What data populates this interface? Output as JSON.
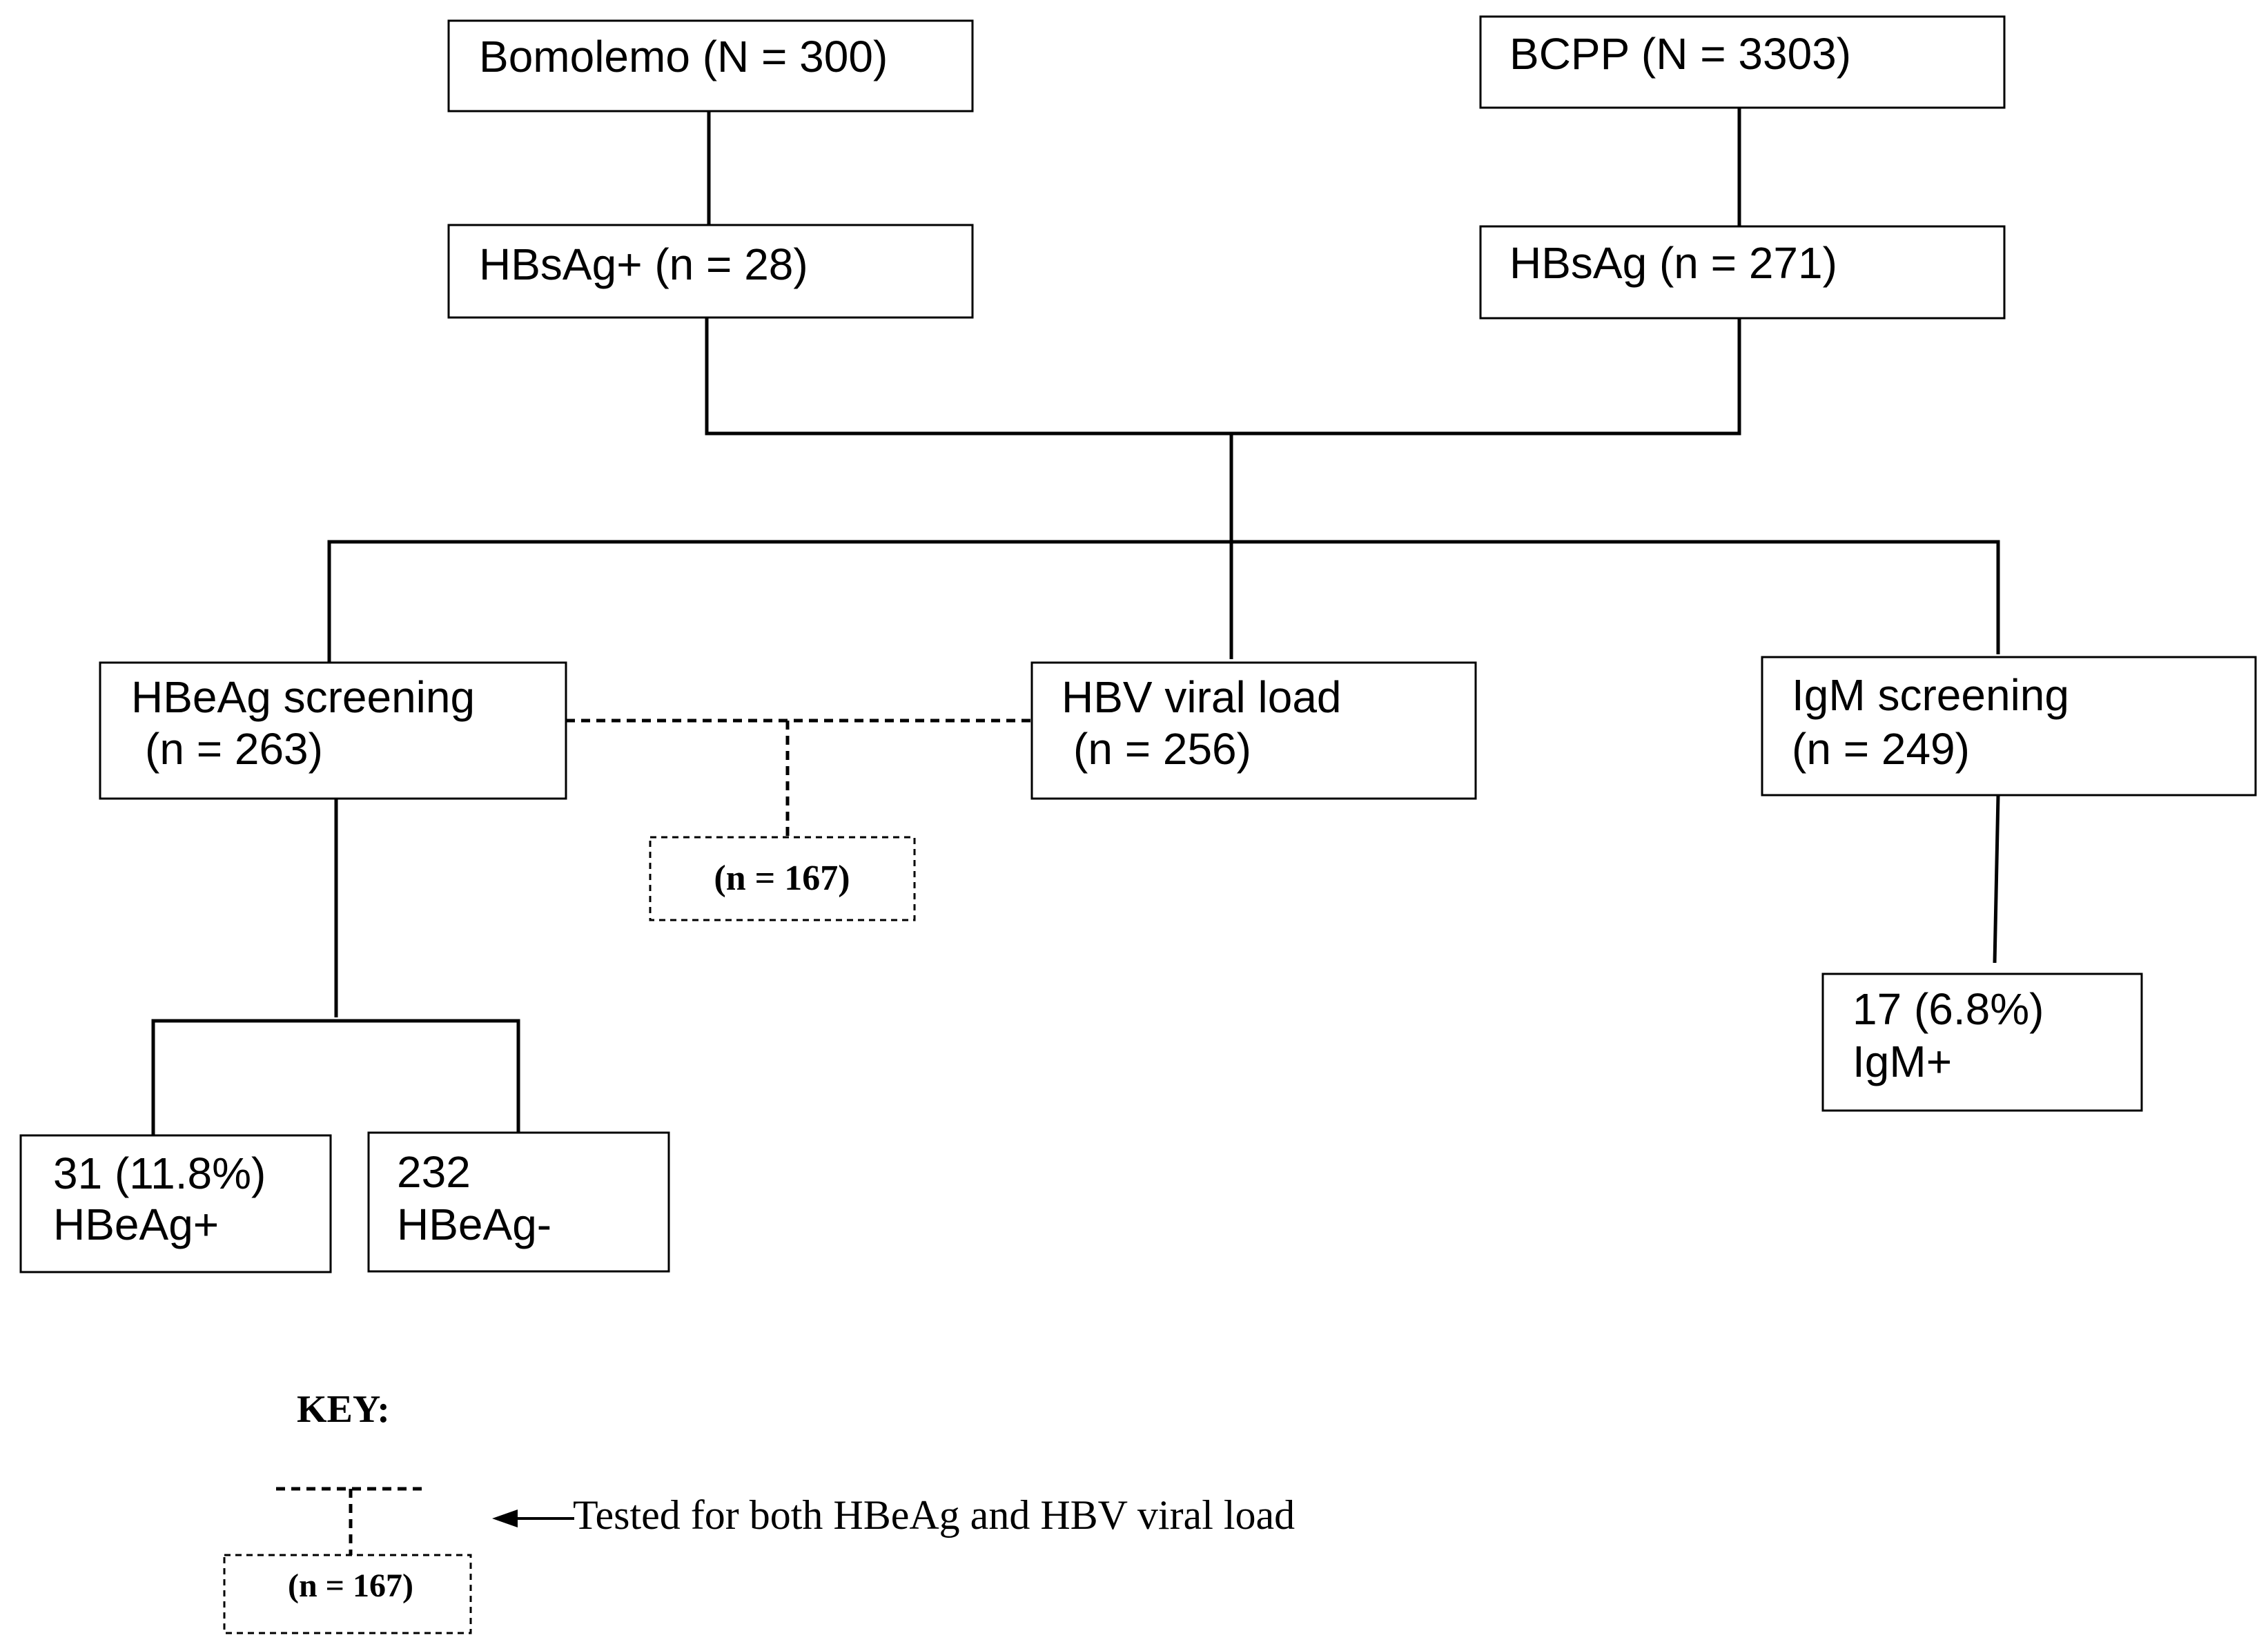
{
  "nodes": {
    "bomolemo": "Bomolemo (N = 300)",
    "bcpp": "BCPP (N = 3303)",
    "hbsag_pos": "HBsAg+ (n = 28)",
    "hbsag": "HBsAg (n = 271)",
    "hbeag_screening": {
      "line1": "HBeAg screening",
      "line2": "(n = 263)"
    },
    "hbv_viral_load": {
      "line1": "HBV viral load",
      "line2": "(n = 256)"
    },
    "igm_screening": {
      "line1": "IgM screening",
      "line2": "(n = 249)"
    },
    "overlap": "(n = 167)",
    "hbeag_pos": {
      "line1": "31 (11.8%)",
      "line2": "HBeAg+"
    },
    "hbeag_neg": {
      "line1": "232",
      "line2": "HBeAg-"
    },
    "igm_pos": {
      "line1": "17 (6.8%)",
      "line2": "IgM+"
    }
  },
  "key": {
    "title": "KEY:",
    "description": "Tested for both HBeAg and HBV viral load",
    "sample": "(n = 167)"
  }
}
